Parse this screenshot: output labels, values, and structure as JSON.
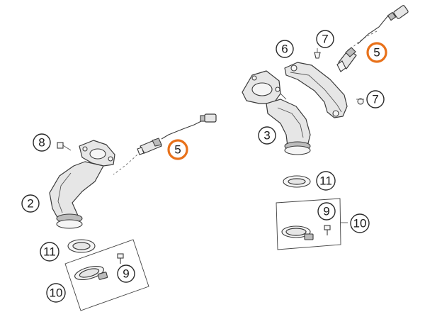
{
  "colors": {
    "highlight": "#e8711a",
    "outline": "#2a2a2a",
    "part_fill": "#e6e6e6"
  },
  "callouts": {
    "c5_right": "5",
    "c5_left": "5",
    "c6": "6",
    "c7_top": "7",
    "c7_mid": "7",
    "c3": "3",
    "c8": "8",
    "c2": "2",
    "c11_right": "11",
    "c9_right": "9",
    "c10_right": "10",
    "c11_left": "11",
    "c9_left": "9",
    "c10_left": "10"
  },
  "highlighted_callouts": [
    "c5_right",
    "c5_left"
  ]
}
